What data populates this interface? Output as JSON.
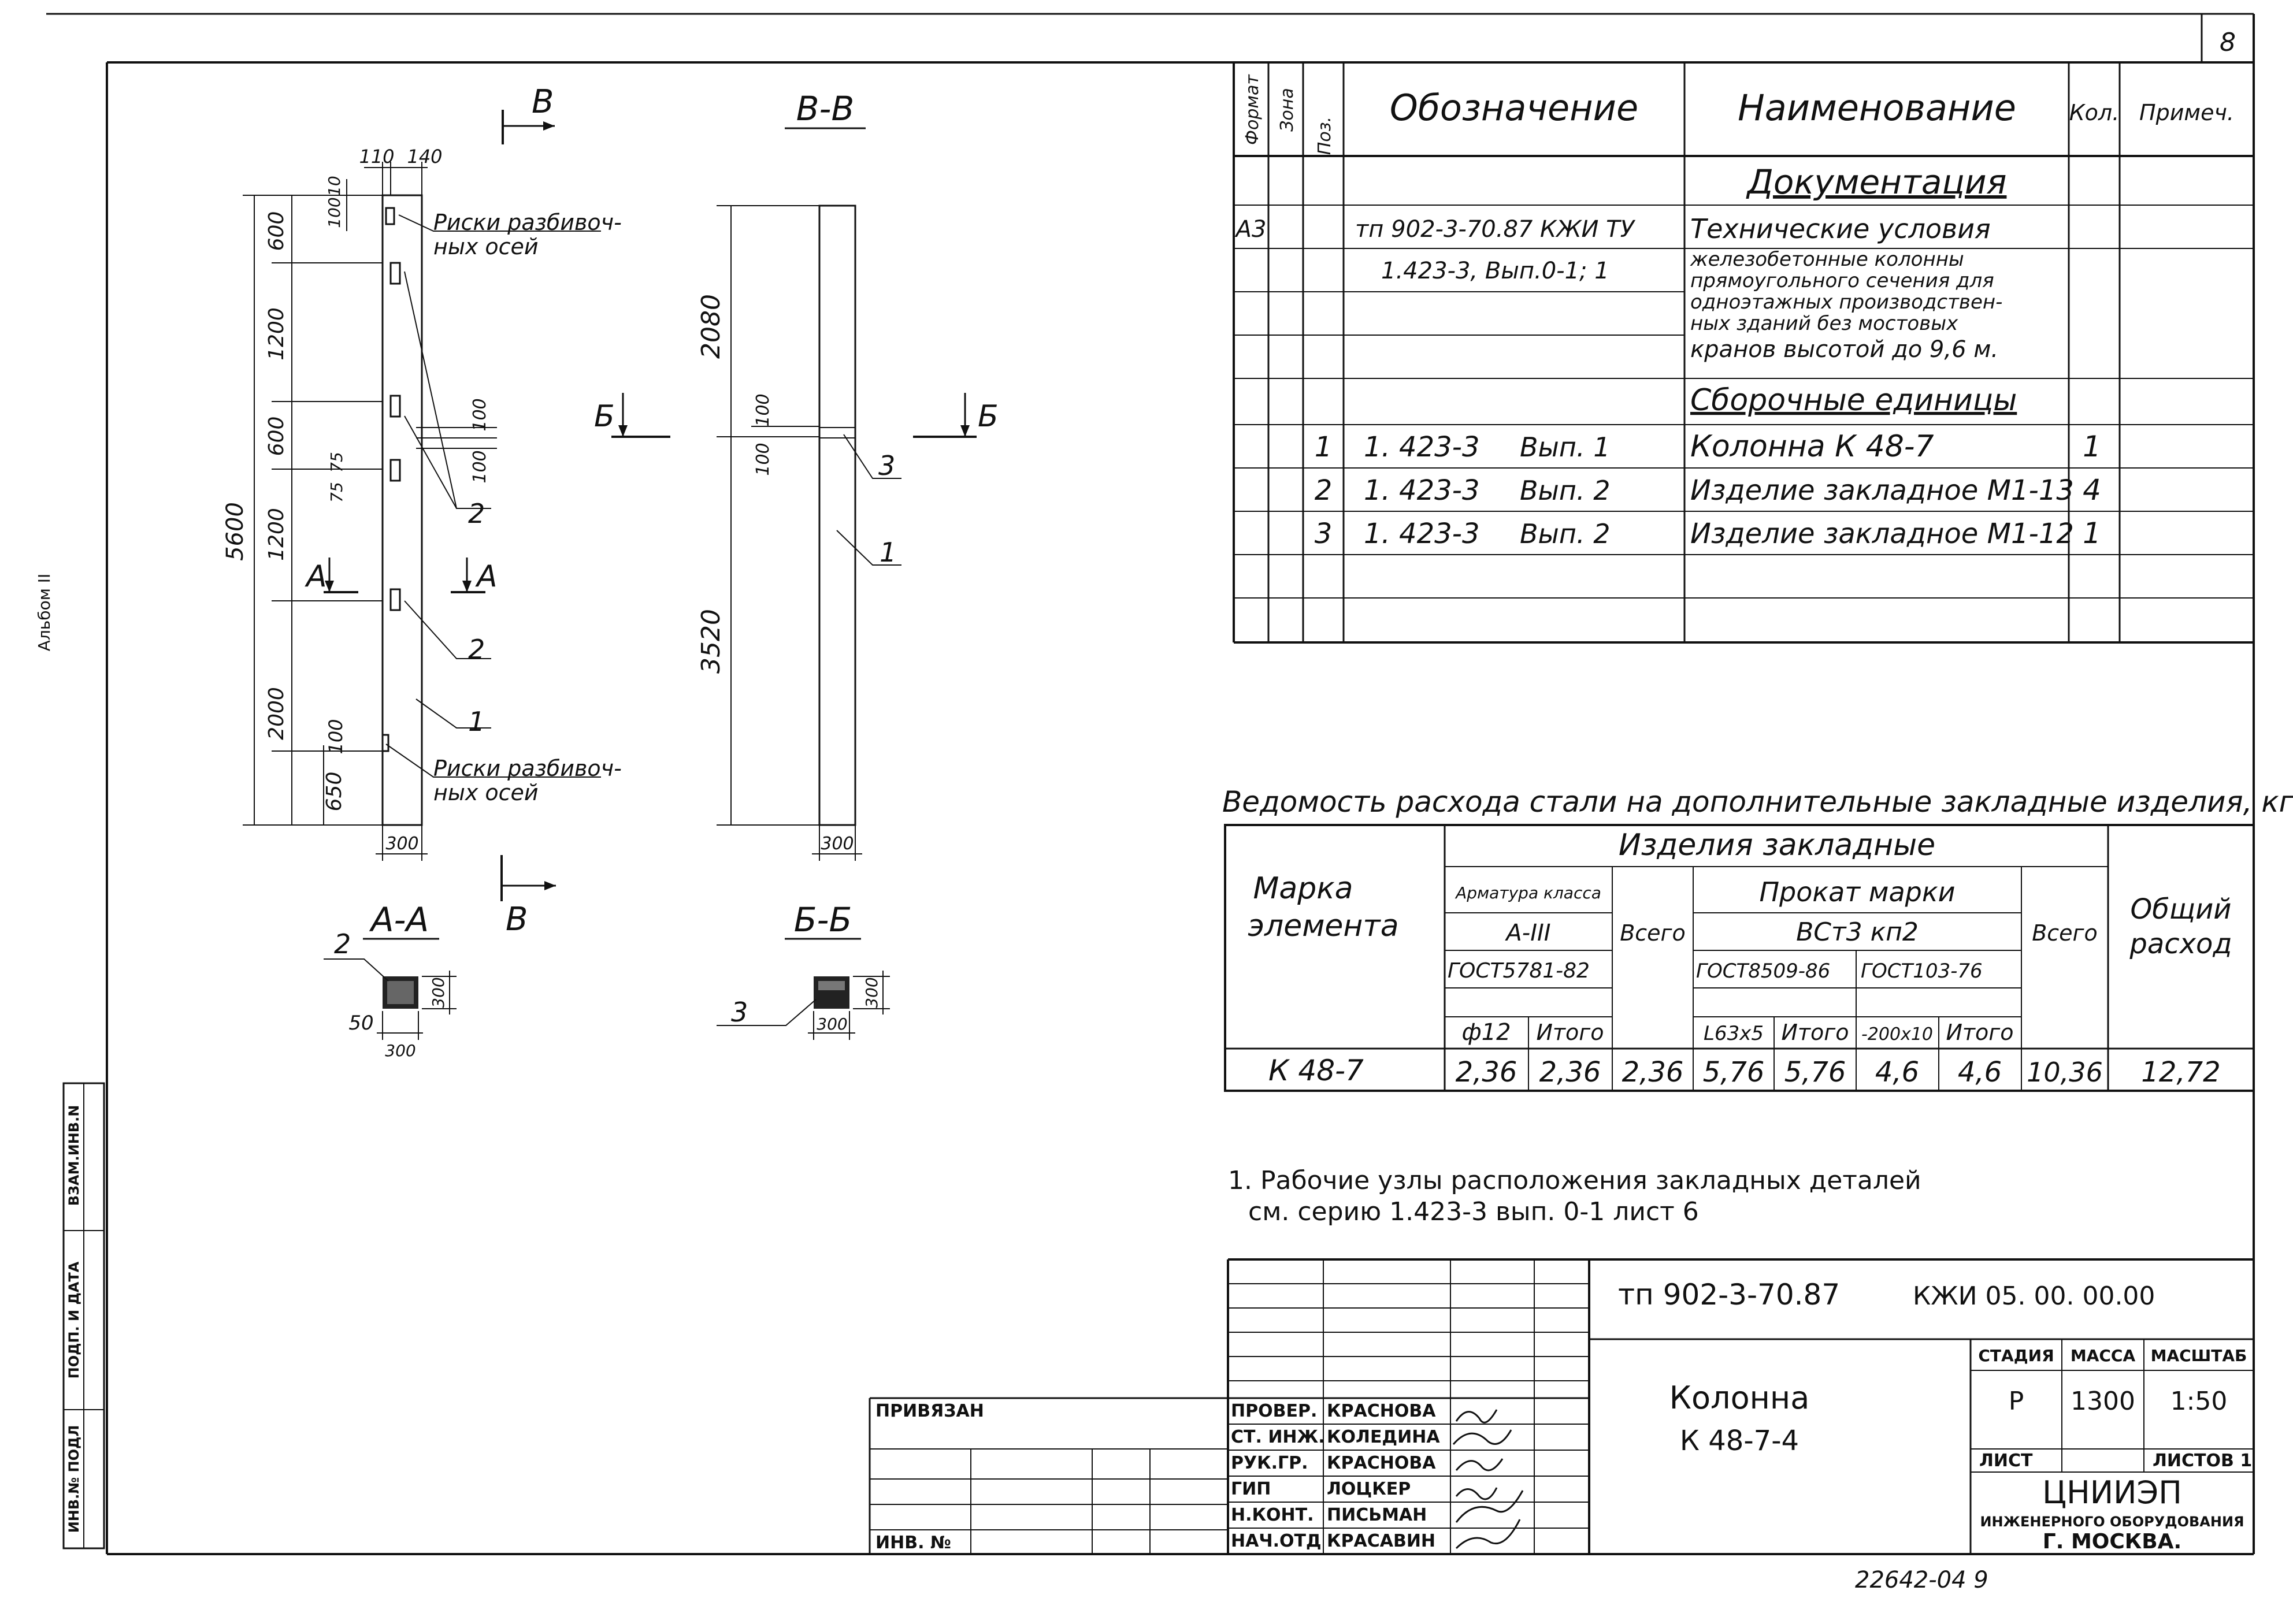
{
  "sheet": {
    "page_number": "8",
    "left_margin": {
      "album_label": "Альбом II",
      "inv_replace": "ВЗАМ.ИНВ.N",
      "sign_date": "ПОДП. И ДАТА",
      "inv_orig": "ИНВ.№ ПОДЛ"
    }
  },
  "drawing": {
    "view_labels": {
      "B_top": "В",
      "B_bottom": "В",
      "BB_title": "В-В",
      "AA_title": "А-А",
      "BeBe_title": "Б-Б",
      "A_left": "А",
      "A_right": "А",
      "Be_left": "Б",
      "Be_right": "Б"
    },
    "column_left": {
      "dims_top": [
        "110",
        "140"
      ],
      "dims_segments": [
        "600",
        "1200",
        "600",
        "1200",
        "2000",
        "650"
      ],
      "dim_total": "5600",
      "dims_small": [
        "100",
        "10",
        "100",
        "100",
        "75",
        "75",
        "100"
      ],
      "width": "300",
      "leader_texts": [
        "Риски разбивоч-",
        "ных осей",
        "Риски разбивоч-",
        "ных осей"
      ],
      "positions": [
        "2",
        "2",
        "1"
      ]
    },
    "column_right": {
      "dims": [
        "2080",
        "3520",
        "100",
        "100"
      ],
      "width": "300",
      "positions": [
        "3",
        "1"
      ]
    },
    "section_aa": {
      "pos": "2",
      "dims": [
        "300",
        "50",
        "300"
      ]
    },
    "section_bb": {
      "pos": "3",
      "dims": [
        "300",
        "300"
      ]
    }
  },
  "spec": {
    "headers": [
      "Формат",
      "Зона",
      "Поз.",
      "Обозначение",
      "Наименование",
      "Кол.",
      "Примеч."
    ],
    "section_docs": "Документация",
    "doc_row": {
      "format": "А3",
      "code_line1": "тп 902-3-70.87 КЖИ ТУ",
      "code_line2": "1.423-3, Вып.0-1; 1",
      "name_lines": [
        "Технические условия",
        "железобетонные колонны",
        "прямоугольного сечения для",
        "одноэтажных производствен-",
        "ных зданий без мостовых",
        "кранов высотой до 9,6 м."
      ]
    },
    "section_units": "Сборочные единицы",
    "rows": [
      {
        "pos": "1",
        "code": "1. 423-3",
        "issue": "Вып. 1",
        "name": "Колонна К 48-7",
        "qty": "1"
      },
      {
        "pos": "2",
        "code": "1. 423-3",
        "issue": "Вып. 2",
        "name": "Изделие закладное М1-13",
        "qty": "4"
      },
      {
        "pos": "3",
        "code": "1. 423-3",
        "issue": "Вып. 2",
        "name": "Изделие закладное М1-12",
        "qty": "1"
      }
    ]
  },
  "steel": {
    "title": "Ведомость расхода стали на дополнительные закладные изделия, кг",
    "h_mark": [
      "Марка",
      "элемента"
    ],
    "h_items": "Изделия закладные",
    "h_rebar": "Арматура класса",
    "h_rebar_class": "А-III",
    "h_rebar_gost": "ГОСТ5781-82",
    "h_phi": "ф12",
    "h_total": "Итого",
    "h_all": "Всего",
    "h_rolled": "Прокат марки",
    "h_rolled_grade": "ВСт3 кп2",
    "h_gost1": "ГОСТ8509-86",
    "h_gost2": "ГОСТ103-76",
    "h_l": "L63x5",
    "h_strip": "-200x10",
    "h_grand": [
      "Общий",
      "расход"
    ],
    "row": {
      "mark": "К 48-7",
      "values": [
        "2,36",
        "2,36",
        "2,36",
        "5,76",
        "5,76",
        "4,6",
        "4,6",
        "10,36",
        "12,72"
      ]
    }
  },
  "notes": {
    "line1": "1. Рабочие узлы расположения закладных деталей",
    "line2": "см. серию 1.423-3 вып. 0-1 лист 6"
  },
  "stamp": {
    "privyazan": "ПРИВЯЗАН",
    "inv_no": "ИНВ. №",
    "roles": [
      "ПРОВЕР.",
      "СТ. ИНЖ.",
      "РУК.ГР.",
      "ГИП",
      "Н.КОНТ.",
      "НАЧ.ОТД"
    ],
    "names": [
      "КРАСНОВА",
      "КОЛЕДИНА",
      "КРАСНОВА",
      "ЛОЦКЕР",
      "ПИСЬМАН",
      "КРАСАВИН"
    ],
    "doc_code": "тп 902-3-70.87",
    "doc_code2": "КЖИ 05. 00. 00.00",
    "title_line1": "Колонна",
    "title_line2": "К 48-7-4",
    "h_stage": "СТАДИЯ",
    "h_mass": "МАССА",
    "h_scale": "МАСШТАБ",
    "stage": "Р",
    "mass": "1300",
    "scale": "1:50",
    "sheet_label": "ЛИСТ",
    "sheets_label": "ЛИСТОВ 1",
    "org1": "ЦНИИЭП",
    "org2": "ИНЖЕНЕРНОГО ОБОРУДОВАНИЯ",
    "org3": "Г. МОСКВА.",
    "bottom_number": "22642-04  9"
  }
}
